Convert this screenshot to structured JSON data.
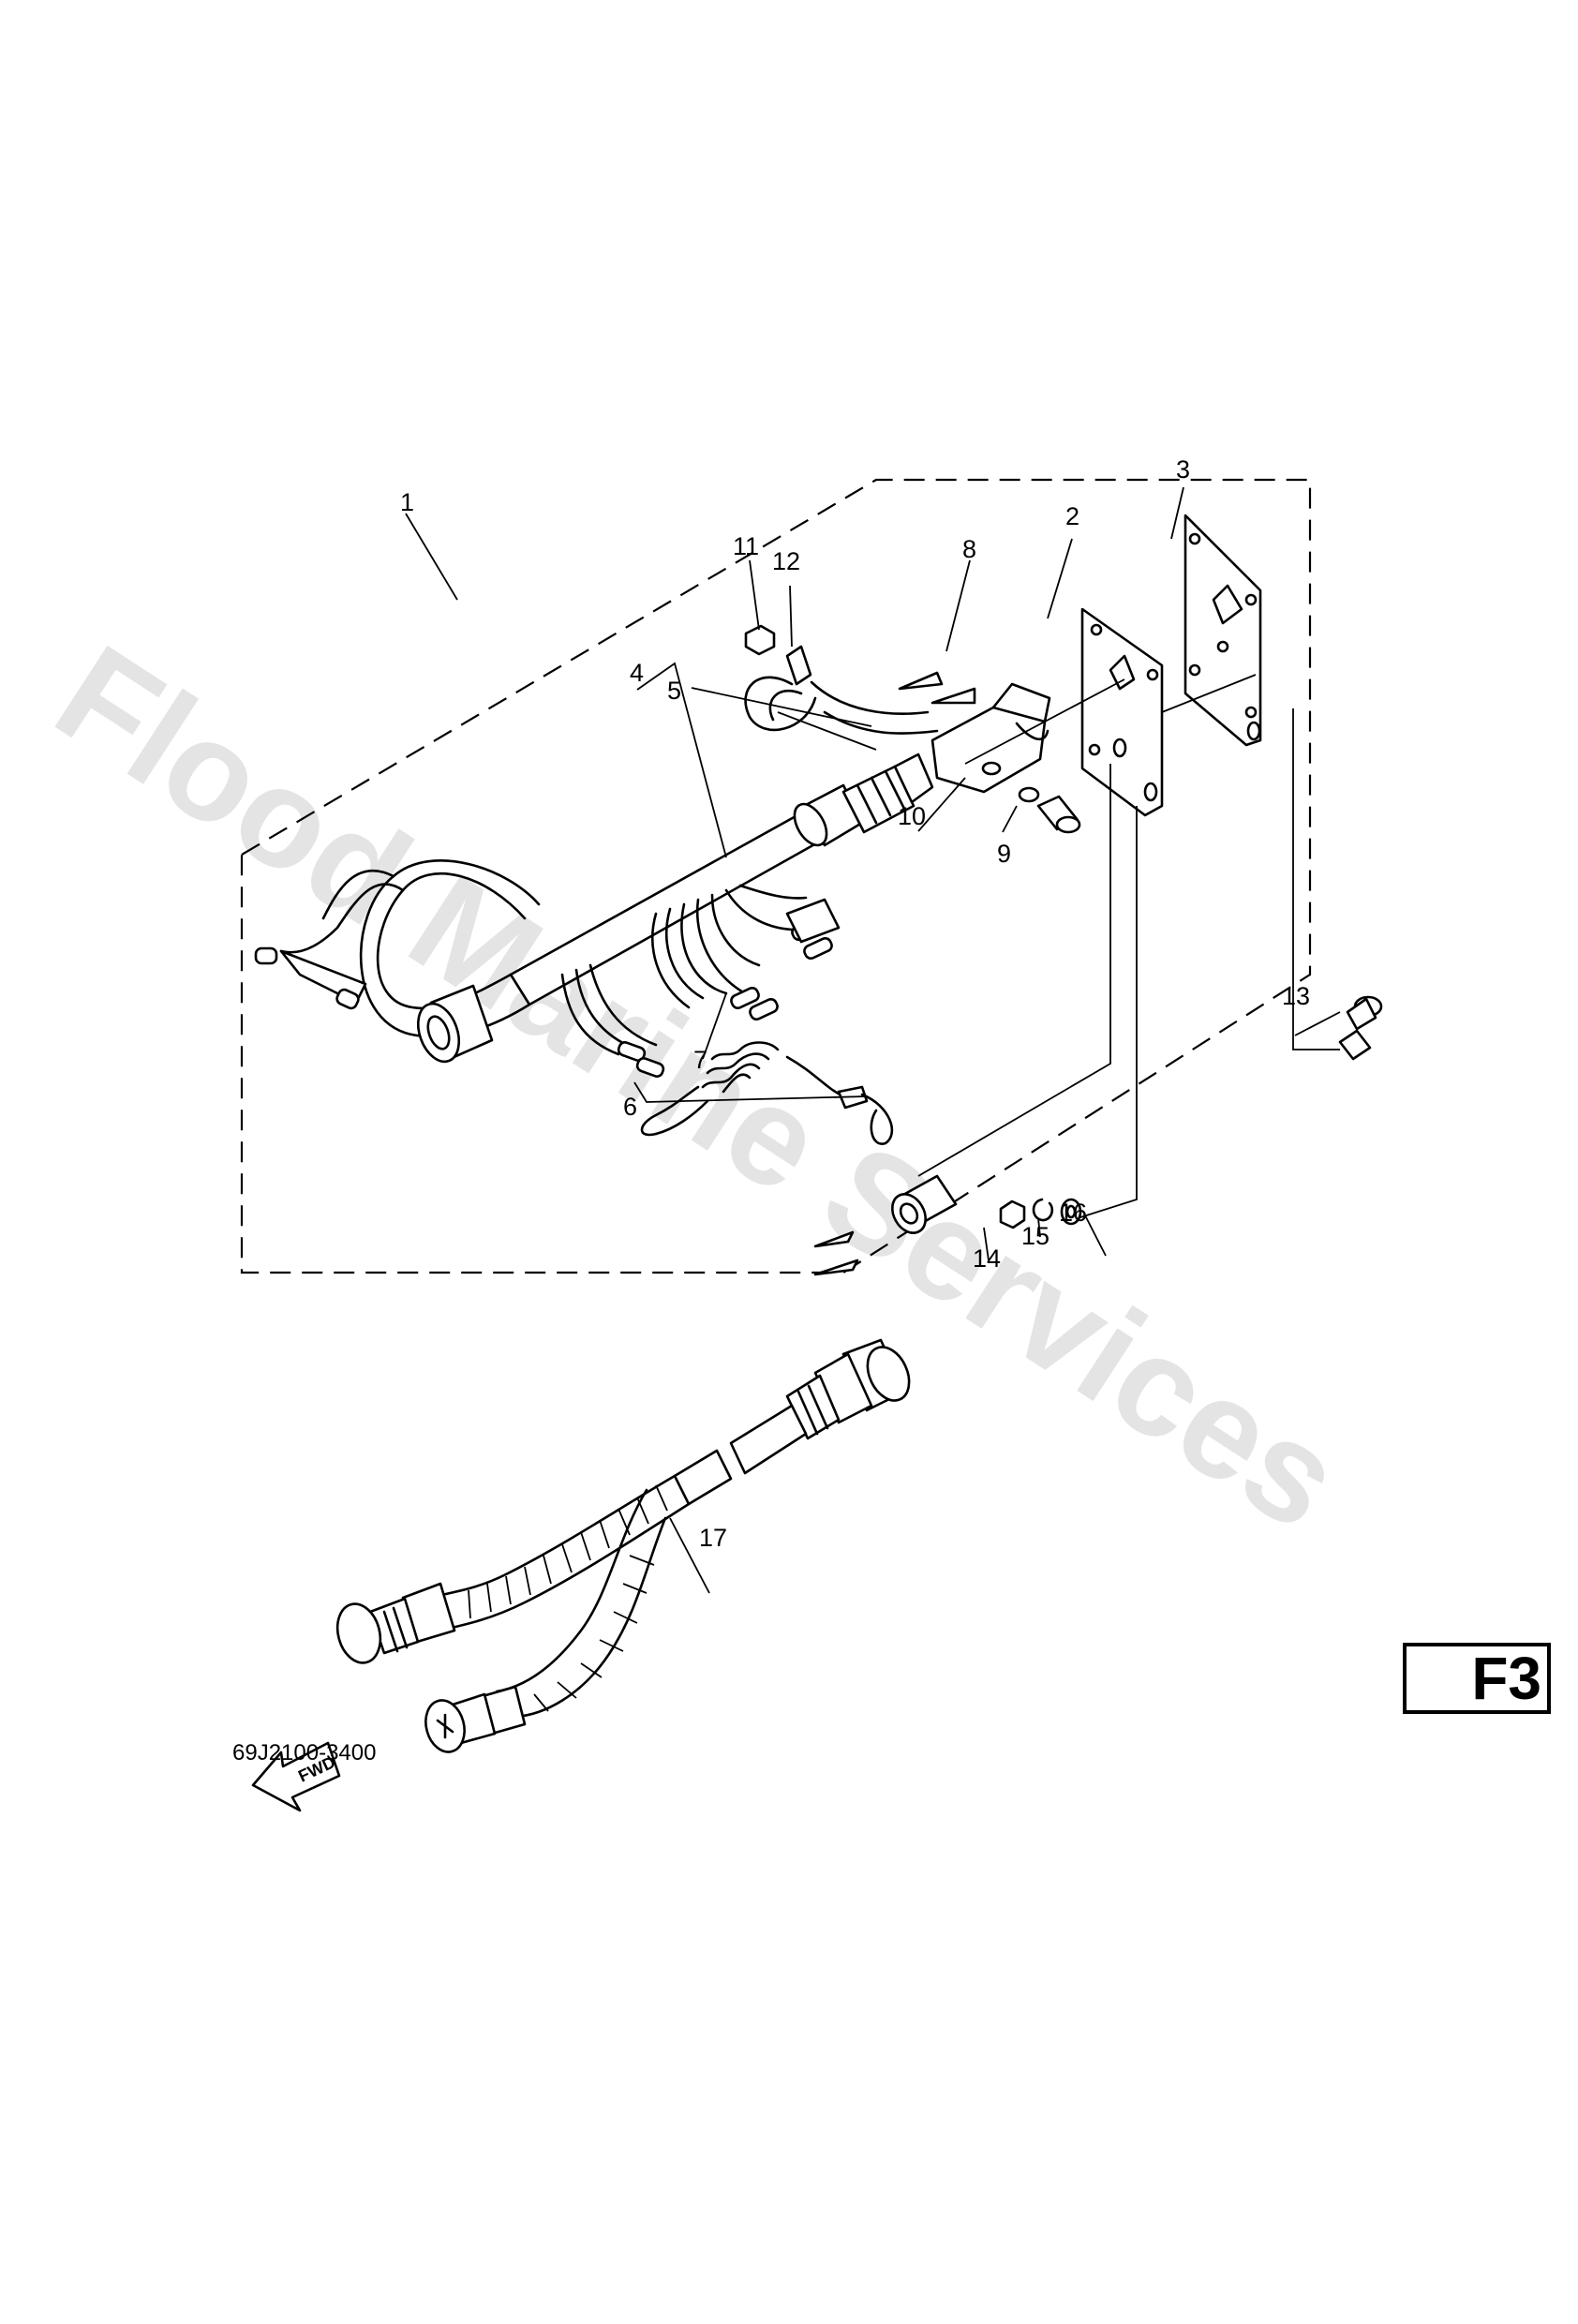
{
  "watermark": "Flood Marine Services",
  "callouts": [
    "1",
    "2",
    "3",
    "4",
    "5",
    "6",
    "7",
    "8",
    "9",
    "10",
    "11",
    "12",
    "13",
    "14",
    "15",
    "16",
    "17"
  ],
  "direction_marker": "FWD",
  "diagram_code": "69J2100-3400",
  "page_code": "F3"
}
